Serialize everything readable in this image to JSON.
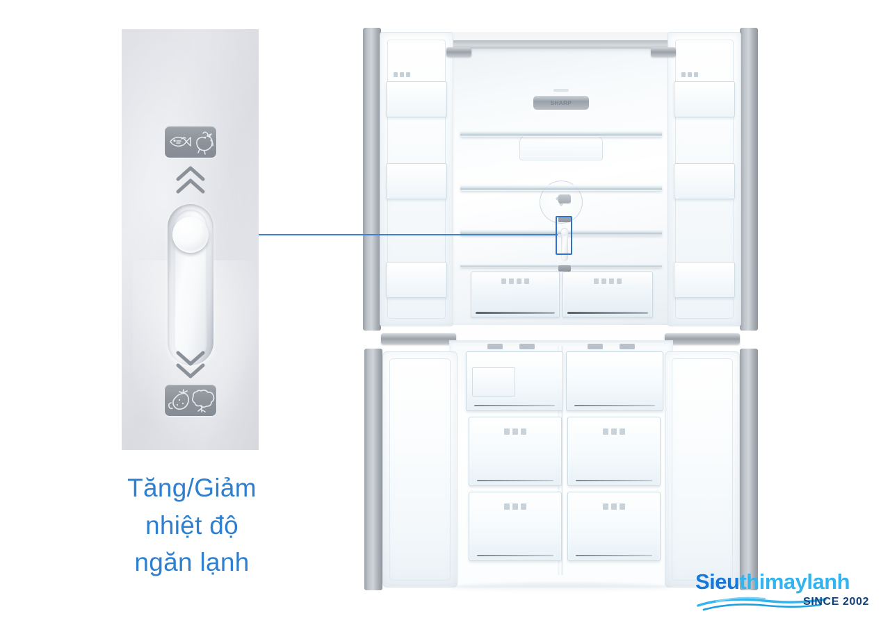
{
  "image": {
    "type": "product-marketing-photo",
    "subject": "Sharp 4-door multi-door refrigerator, doors open",
    "background_color": "#ffffff",
    "accent_color": "#2f7fd0"
  },
  "callout": {
    "panel_label": "zoomed detail of fridge temperature slider",
    "leader_line_color": "#3d7fd4",
    "hotspot_label": "temperature control slider on fridge rear wall",
    "hotspot_border_color": "#2f72cc",
    "control": {
      "type": "vertical-slider",
      "top_icon_label": "fish and poultry",
      "top_chevron": "double-chevron-up",
      "bottom_icon_label": "fruit and vegetables",
      "bottom_chevron": "double-chevron-down",
      "knob_position": "near-top",
      "meaning_up": "colder",
      "meaning_down": "warmer"
    }
  },
  "caption": {
    "line1": "Tăng/Giảm",
    "line2": "nhiệt độ",
    "line3": "ngăn lạnh",
    "color": "#2f7fd0"
  },
  "brand_badge": {
    "text": "SHARP"
  },
  "watermark": {
    "word_part1": "Sieu",
    "word_part2": "thimaylanh",
    "tagline": "SINCE 2002",
    "color_part1": "#1878d8",
    "color_part2": "#33b4ef",
    "tagline_color": "#0f3f7d"
  },
  "fridge": {
    "finish": "stainless-silver",
    "doors": [
      {
        "name": "upper-left-door",
        "section": "fridge",
        "bins": 3
      },
      {
        "name": "upper-right-door",
        "section": "fridge",
        "bins": 3
      },
      {
        "name": "lower-left-door",
        "section": "freezer",
        "bins": 0
      },
      {
        "name": "lower-right-door",
        "section": "freezer",
        "bins": 0
      }
    ],
    "fridge_compartment": {
      "shelves": 4,
      "crispers": 2,
      "has_led_light_bar": true,
      "has_air_vent_fan": true
    },
    "freezer_compartment": {
      "columns": 2,
      "rows": 3,
      "drawers": 6,
      "has_ice_tray": true
    }
  }
}
